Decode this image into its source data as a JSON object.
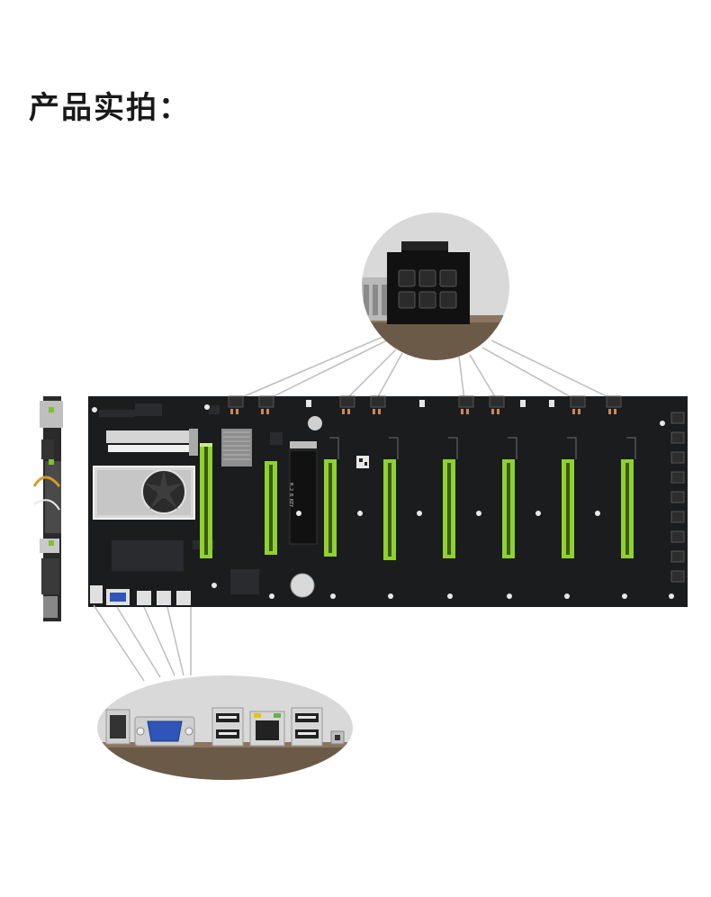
{
  "page": {
    "heading": "产品实拍："
  },
  "board": {
    "silkscreen": {
      "m2_slot_label": "M.2 B KEY"
    },
    "pcie_slot_count": 8,
    "power_connector_count": 8
  },
  "colors": {
    "pcb": "#1b1c1e",
    "pcie_slot": "#8fd12f",
    "bubble_bg": "#d8d8d8",
    "vga_port": "#2f55b8",
    "leader_line": "#bcbcbc"
  },
  "icons": [
    "6-pin-power-connector-icon",
    "vga-port-icon",
    "usb-port-icon",
    "rj45-port-icon",
    "cpu-fan-icon"
  ]
}
